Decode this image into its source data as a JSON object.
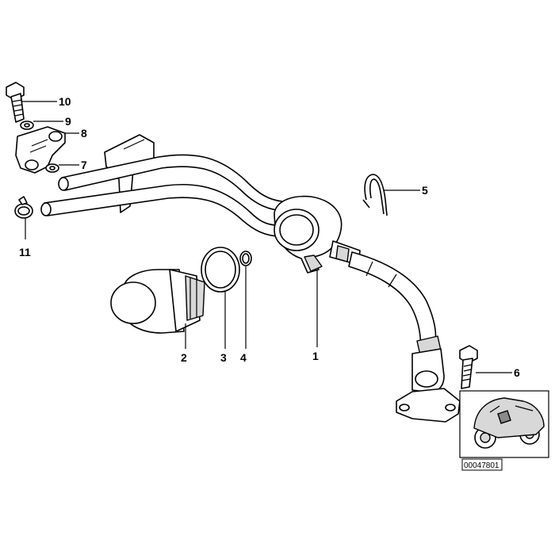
{
  "callouts": {
    "c1": "1",
    "c2": "2",
    "c3": "3",
    "c4": "4",
    "c5": "5",
    "c6": "6",
    "c7": "7",
    "c8": "8",
    "c9": "9",
    "c10": "10",
    "c11": "11"
  },
  "thumbnail": {
    "reference_code": "00047801"
  }
}
